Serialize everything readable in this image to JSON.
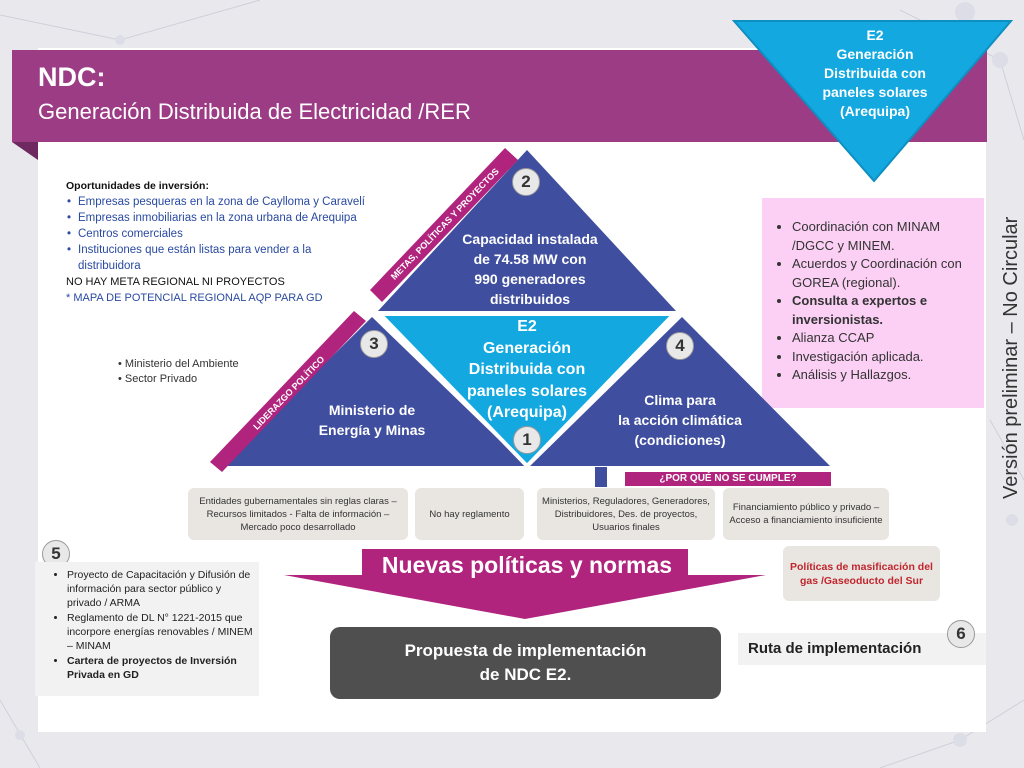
{
  "header": {
    "title": "NDC:",
    "subtitle": "Generación Distribuida de Electricidad /RER"
  },
  "top_e2": {
    "lines": [
      "E2",
      "Generación",
      "Distribuida con",
      "paneles solares",
      "(Arequipa)"
    ]
  },
  "oportunidades": {
    "heading": "Oportunidades de inversión:",
    "items": [
      "Empresas pesqueras en la zona de Caylloma y Caravelí",
      "Empresas inmobiliarias en la zona urbana de Arequipa",
      "Centros comerciales",
      "Instituciones que están listas para vender a la distribuidora"
    ],
    "no_meta": "NO HAY META REGIONAL NI PROYECTOS",
    "mapa": "* MAPA DE POTENCIAL REGIONAL AQP PARA GD"
  },
  "stakeholders": [
    "Ministerio del Ambiente",
    "Sector Privado"
  ],
  "coordinacion": {
    "items": [
      "Coordinación con MINAM /DGCC y MINEM.",
      "Acuerdos y Coordinación con GOREA (regional).",
      "Consulta a expertos e inversionistas.",
      "Alianza CCAP",
      "Investigación aplicada.",
      "Análisis y Hallazgos."
    ]
  },
  "pyramid": {
    "side_label_top": "METAS, POLÍTICAS Y PROYECTOS",
    "side_label_left": "LIDERAZGO POLÍTICO",
    "top": {
      "number": "2",
      "lines": [
        "Capacidad instalada",
        "de 74.58 MW con",
        "990 generadores",
        "distribuidos"
      ]
    },
    "left": {
      "number": "3",
      "lines": [
        "Ministerio de",
        "Energía y Minas"
      ]
    },
    "center": {
      "number": "1",
      "lines": [
        "E2",
        "Generación",
        "Distribuida con",
        "paneles solares",
        "(Arequipa)"
      ]
    },
    "right": {
      "number": "4",
      "lines": [
        "Clima para",
        "la acción climática",
        "(condiciones)"
      ]
    }
  },
  "porque": "¿POR QUÉ NO SE CUMPLE?",
  "causes": [
    "Entidades gubernamentales sin reglas claras – Recursos limitados - Falta de información – Mercado poco desarrollado",
    "No hay reglamento",
    "Ministerios, Reguladores, Generadores, Distribuidores, Des. de proyectos, Usuarios finales",
    "Financiamiento público y privado – Acceso a financiamiento insuficiente"
  ],
  "nuevas_politicas": "Nuevas políticas y normas",
  "section5": {
    "number": "5",
    "items": [
      "Proyecto de Capacitación y Difusión de información para sector público y privado / ARMA",
      "Reglamento de DL N° 1221-2015 que incorpore energías renovables / MINEM – MINAM",
      "Cartera de proyectos de Inversión Privada en GD"
    ]
  },
  "gas_box": "Políticas de masificación del gas /Gaseoducto del Sur",
  "propuesta": [
    "Propuesta de implementación",
    "de NDC E2."
  ],
  "section6": {
    "number": "6",
    "label": "Ruta de implementación"
  },
  "vertical_note": "Versión preliminar – No Circular",
  "colors": {
    "header": "#9b3c85",
    "pyramid_blue": "#3f4e9e",
    "center_cyan": "#13a8e0",
    "magenta": "#b0247e",
    "dark_box": "#4f4f4f"
  }
}
